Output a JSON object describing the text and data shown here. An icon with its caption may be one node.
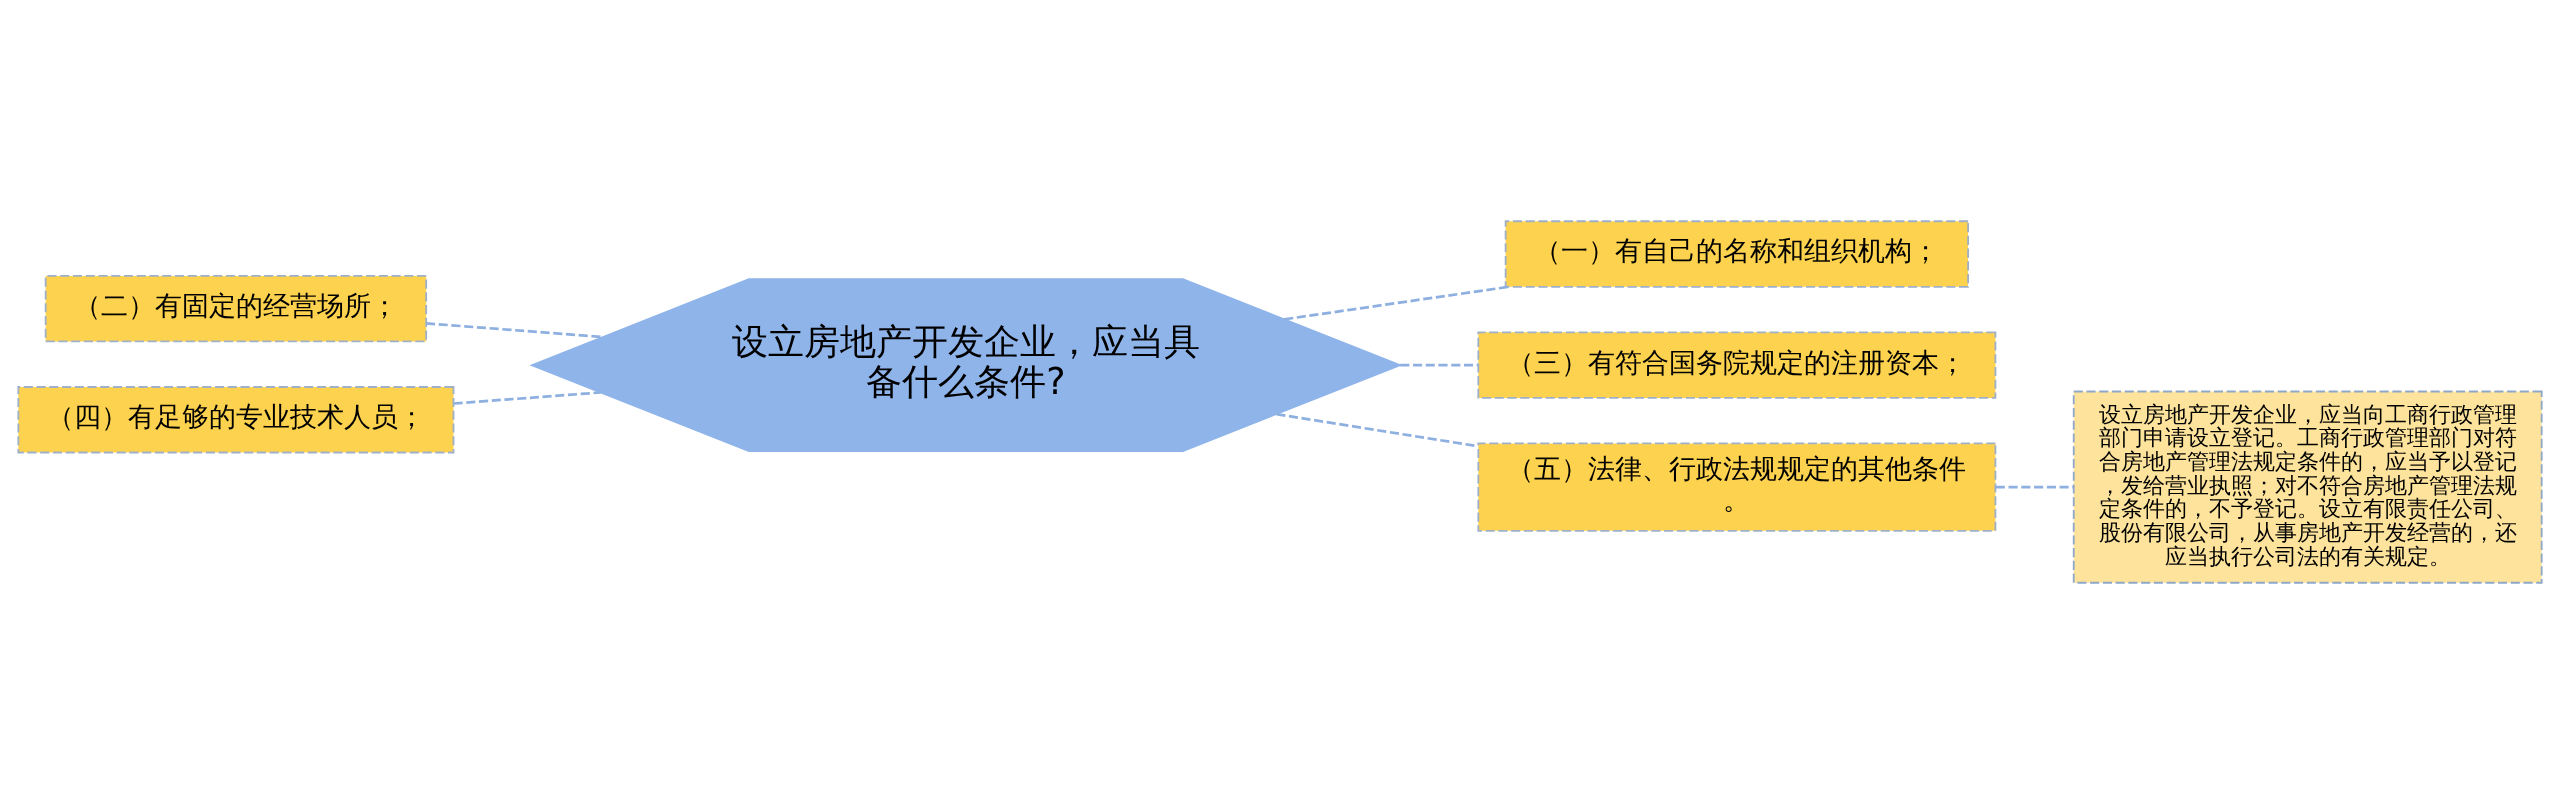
{
  "diagram": {
    "nodes": [
      {
        "text": [
          "设立房地产开发企业，应当具备什么条件?"
        ]
      },
      {
        "text": [
          "（一）有自己的名称和组织机构；"
        ]
      },
      {
        "text": [
          "（二）有固定的经营场所；"
        ]
      },
      {
        "text": [
          "（三）有符合国务院规定的注册资本；"
        ]
      },
      {
        "text": [
          "（四）有足够的专业技术人员；"
        ]
      },
      {
        "text": [
          "（五）法律、行政法规规定的其他条件。"
        ]
      },
      {
        "text": [
          "设立房地产开发企业，应当向工商行政管理部门申请设立登记。工商行政管理部门对符合房地产管理法规定条件的，应当予以登记，发给营业执照；对不符合房地产管理法规定条件的，不予登记。设立有限责任公司、股份有限公司，从事房地产开发经营的，还应当执行公司法的有关规定。"
        ]
      }
    ],
    "edges": [
      {
        "from": 0,
        "to": 1,
        "arrow": "none"
      },
      {
        "from": 0,
        "to": 2,
        "arrow": "none"
      },
      {
        "from": 0,
        "to": 3,
        "arrow": "none"
      },
      {
        "from": 0,
        "to": 4,
        "arrow": "none"
      },
      {
        "from": 0,
        "to": 5,
        "arrow": "none"
      },
      {
        "from": 5,
        "to": 6,
        "arrow": "none"
      }
    ]
  }
}
